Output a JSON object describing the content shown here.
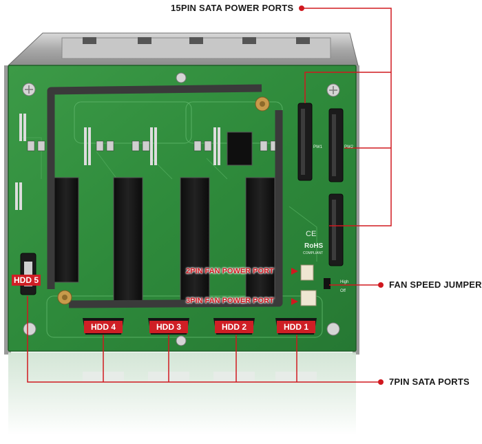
{
  "callouts": {
    "sata_power": "15PIN SATA POWER PORTS",
    "fan_jumper": "FAN SPEED JUMPER",
    "sata_ports": "7PIN SATA PORTS",
    "fan_2pin": "2PIN FAN POWER PORT",
    "fan_3pin": "3PIN FAN POWER PORT"
  },
  "drive_labels": {
    "hdd1": "HDD 1",
    "hdd2": "HDD 2",
    "hdd3": "HDD 3",
    "hdd4": "HDD 4",
    "hdd5": "HDD 5"
  },
  "board_silkscreen": {
    "rohs": "RoHS",
    "compliant": "COMPLIANT",
    "ce": "CE",
    "high": "High",
    "off": "Off",
    "pw1": "PW1",
    "pw2": "PW2"
  },
  "colors": {
    "accent_red": "#cf1f25",
    "pcb_green": "#2f8a3c",
    "foam_gasket": "#3a3a3a",
    "metal_cage": "#b8b8b8"
  }
}
